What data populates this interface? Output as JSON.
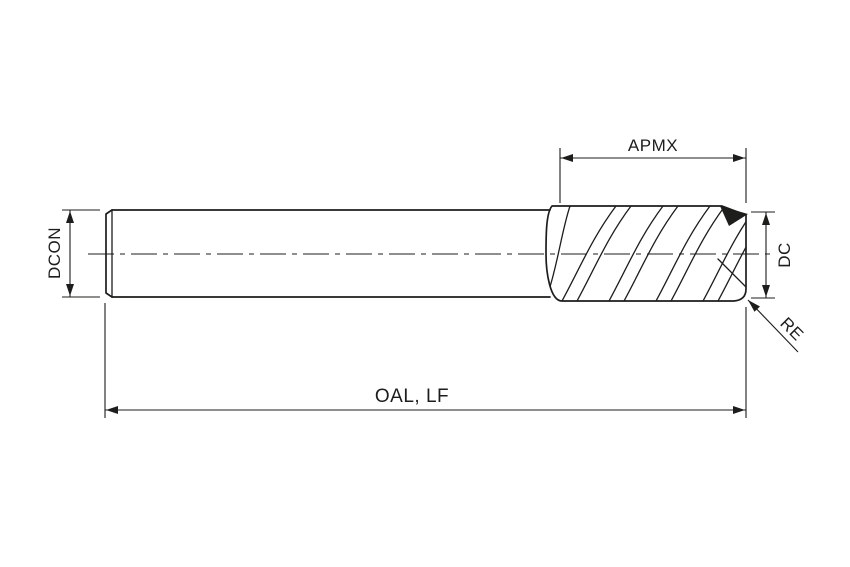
{
  "diagram": {
    "dimension_labels": {
      "apmx": "APMX",
      "dcon": "DCON",
      "dc": "DC",
      "re": "RE",
      "oal_lf": "OAL, LF"
    },
    "colors": {
      "line": "#1d1d1b",
      "background": "#ffffff"
    }
  }
}
